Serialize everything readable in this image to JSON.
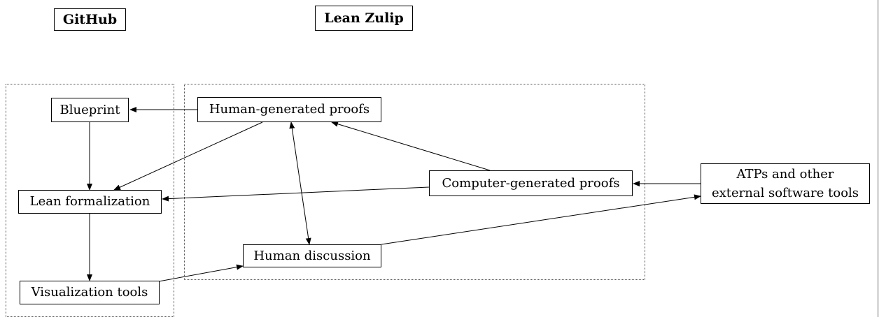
{
  "headers": {
    "github": "GitHub",
    "lean_zulip": "Lean Zulip"
  },
  "nodes": {
    "blueprint": "Blueprint",
    "human_generated_proofs": "Human-generated proofs",
    "lean_formalization": "Lean formalization",
    "computer_generated_proofs": "Computer-generated proofs",
    "atps_line1": "ATPs and other",
    "atps_line2": "external software tools",
    "human_discussion": "Human discussion",
    "visualization_tools": "Visualization tools"
  },
  "colors": {
    "line": "#000000",
    "group_border": "#555555",
    "page_edge": "#d8d8d8"
  }
}
